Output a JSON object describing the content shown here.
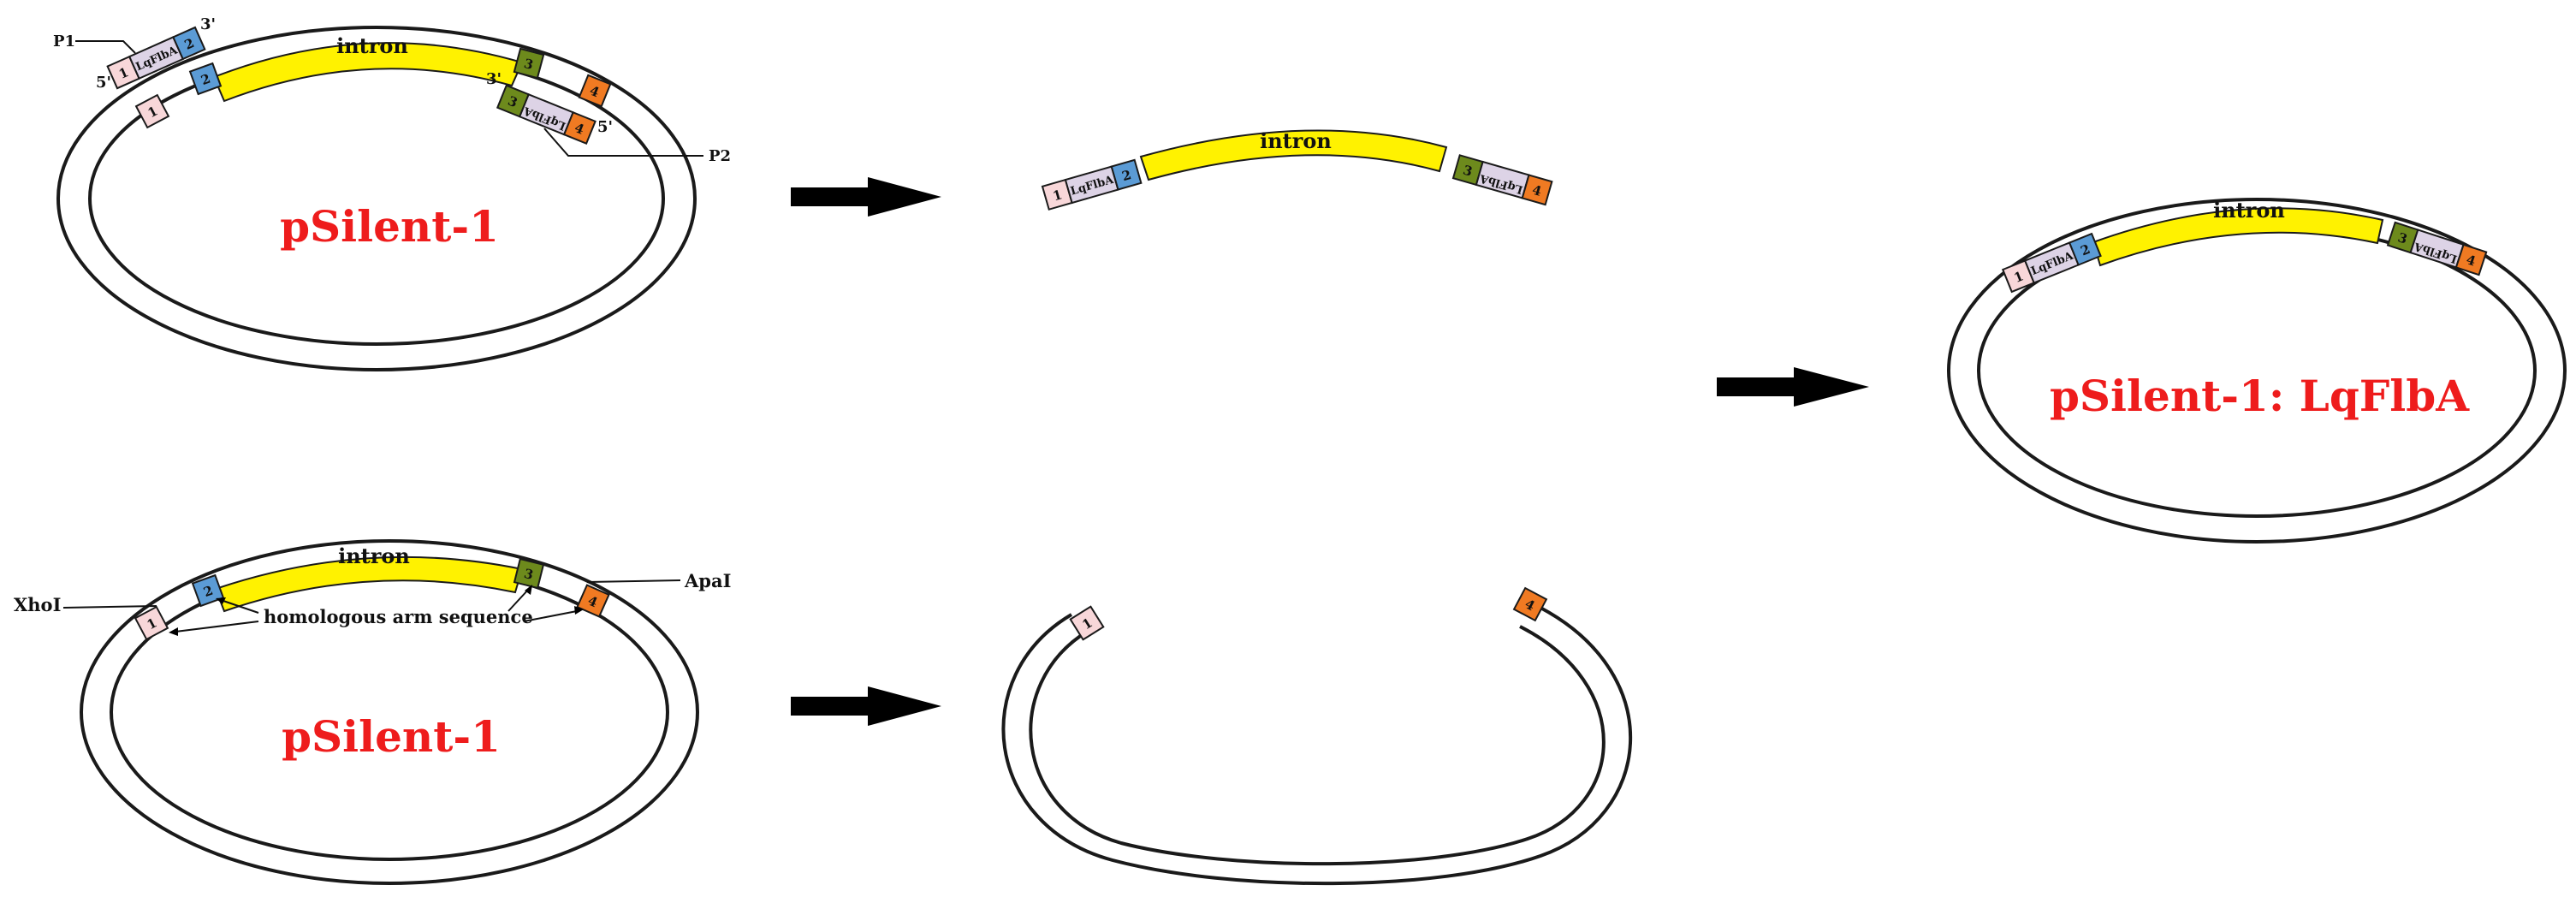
{
  "plasmid_top": {
    "name": "pSilent-1",
    "intron": "intron",
    "seg1": "1",
    "seg2": "2",
    "seg3": "3",
    "seg4": "4",
    "gene": "LqFlbA",
    "primer1": "P1",
    "primer2": "P2",
    "five_prime": "5'",
    "three_prime": "3'"
  },
  "plasmid_bottom": {
    "name": "pSilent-1",
    "intron": "intron",
    "seg1": "1",
    "seg2": "2",
    "seg3": "3",
    "seg4": "4",
    "site_left": "XhoI",
    "site_right": "ApaI",
    "arm_label": "homologous arm sequence"
  },
  "insert_fragment": {
    "intron": "intron",
    "seg1": "1",
    "seg2": "2",
    "seg3": "3",
    "seg4": "4",
    "gene": "LqFlbA"
  },
  "linear_vector": {
    "seg1": "1",
    "seg4": "4"
  },
  "result": {
    "name": "pSilent-1: LqFlbA",
    "intron": "intron",
    "seg1": "1",
    "seg2": "2",
    "seg3": "3",
    "seg4": "4",
    "gene": "LqFlbA"
  },
  "colors": {
    "seg1": "#f8d7d9",
    "seg2": "#5b9bd5",
    "seg3": "#6d8a1c",
    "seg4": "#f07a22",
    "gene": "#ddd3e6",
    "intron": "#fff200",
    "title": "#ee1c1c"
  }
}
